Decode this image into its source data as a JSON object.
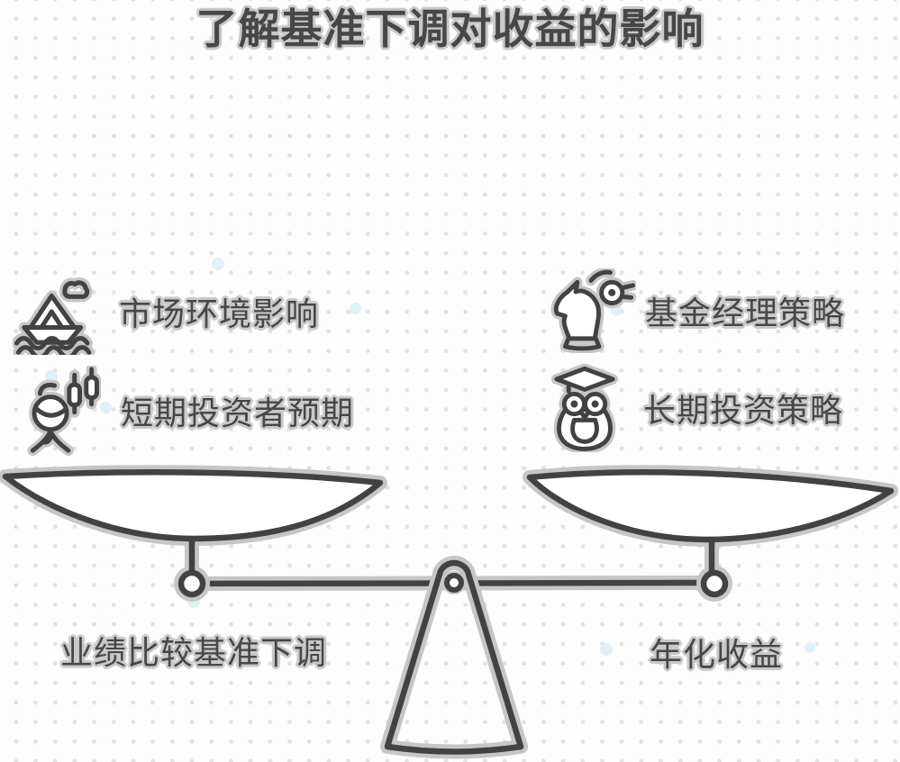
{
  "title": "了解基准下调对收益的影响",
  "left": {
    "items": [
      {
        "name": "market-environment",
        "icon": "paper-boat-icon",
        "label": "市场环境影响"
      },
      {
        "name": "short-term-investor-expectations",
        "icon": "investor-candlesticks-icon",
        "label": "短期投资者预期"
      }
    ],
    "pan_label": "业绩比较基准下调"
  },
  "right": {
    "items": [
      {
        "name": "fund-manager-strategy",
        "icon": "chess-knight-strategy-icon",
        "label": "基金经理策略"
      },
      {
        "name": "long-term-investment-strategy",
        "icon": "graduate-owl-icon",
        "label": "长期投资策略"
      }
    ],
    "pan_label": "年化收益"
  },
  "illustration": "balance-scale",
  "colors": {
    "ink": "#424242",
    "halo": "#c6c6c6",
    "background": "#fdfdfd",
    "grid_dot": "#e2e2e2",
    "accent_dot": "#d9edf5"
  }
}
